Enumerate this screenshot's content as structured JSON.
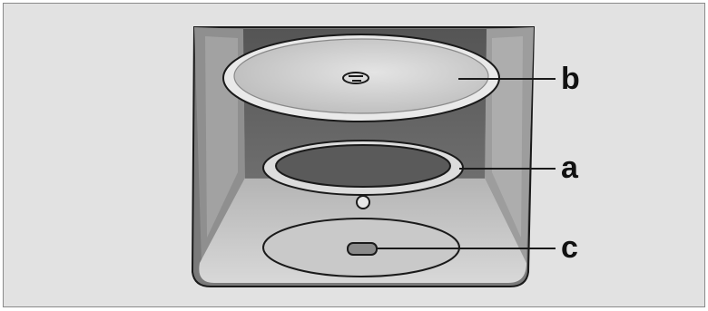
{
  "diagram": {
    "callouts": [
      {
        "id": "b",
        "label": "b",
        "part": "turntable-plate"
      },
      {
        "id": "a",
        "label": "a",
        "part": "roller-ring"
      },
      {
        "id": "c",
        "label": "c",
        "part": "turntable-drive-coupler"
      }
    ],
    "colors": {
      "background": "#e2e2e2",
      "cavity_dark": "#5f5f5f",
      "cavity_wall": "#a9a9a9",
      "cavity_floor": "#c8c8c8",
      "plate": "#cfcfcf",
      "line": "#1a1a1a"
    }
  }
}
